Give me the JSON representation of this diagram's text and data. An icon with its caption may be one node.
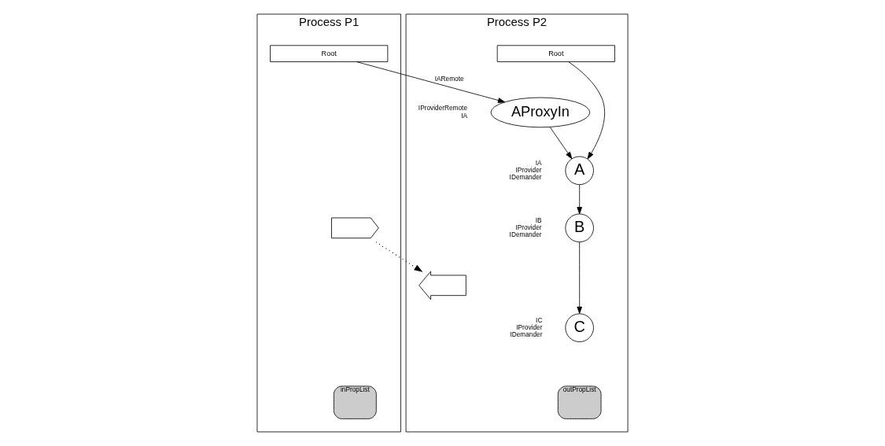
{
  "diagram": {
    "nodes": [
      {
        "text": [
          "Process P1"
        ]
      },
      {
        "text": [
          "Root"
        ],
        "in": 0
      },
      {
        "text": [],
        "shape": "pentagon",
        "in": 0
      },
      {
        "text": [
          "inPropList"
        ],
        "in": 0
      },
      {
        "text": [
          "Process P2"
        ]
      },
      {
        "text": [
          "Root"
        ],
        "in": 4
      },
      {
        "text": [],
        "shape": "chevron",
        "in": 4
      },
      {
        "text": [
          "A"
        ],
        "beside": [
          "IA",
          "IProvider",
          "IDemander"
        ],
        "in": 4
      },
      {
        "text": [
          "AProxyIn"
        ],
        "beside": [
          "IProviderRemote",
          "IA"
        ],
        "in": 4
      },
      {
        "text": [
          "B"
        ],
        "beside": [
          "IB",
          "IProvider",
          "IDemander"
        ],
        "in": 4
      },
      {
        "text": [
          "C"
        ],
        "beside": [
          "IC",
          "IProvider",
          "IDemander"
        ],
        "in": 4
      },
      {
        "text": [
          "outPropList"
        ],
        "in": 4
      }
    ],
    "edges": [
      {
        "from": 1,
        "to": 8,
        "arrow": "to",
        "label": "IARemote"
      },
      {
        "from": 2,
        "to": 6,
        "arrow": "to",
        "style": "dashed"
      },
      {
        "from": 5,
        "to": 7,
        "arrow": "to"
      },
      {
        "from": 8,
        "to": 7,
        "arrow": "to"
      },
      {
        "from": 7,
        "to": 9,
        "arrow": "to"
      },
      {
        "from": 9,
        "to": 10,
        "arrow": "to"
      }
    ]
  }
}
